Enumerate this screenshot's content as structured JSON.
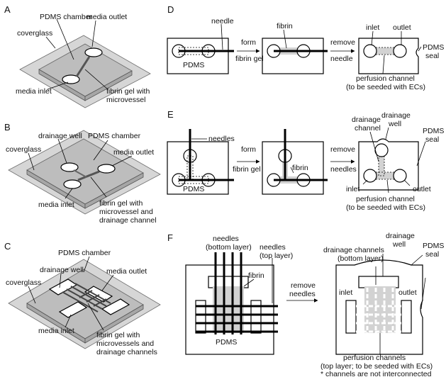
{
  "panels": {
    "A": {
      "letter": "A",
      "labels": {
        "pdms_chamber": "PDMS chamber",
        "media_outlet": "media outlet",
        "coverglass": "coverglass",
        "fibrin_gel_1": "fibrin gel with",
        "fibrin_gel_2": "microvessel",
        "media_inlet": "media inlet"
      }
    },
    "B": {
      "letter": "B",
      "labels": {
        "drainage_well": "drainage well",
        "pdms_chamber": "PDMS chamber",
        "media_outlet": "media outlet",
        "coverglass": "coverglass",
        "media_inlet": "media inlet",
        "fibrin_gel_1": "fibrin gel with",
        "fibrin_gel_2": "microvessel and",
        "fibrin_gel_3": "drainage channel"
      }
    },
    "C": {
      "letter": "C",
      "labels": {
        "pdms_chamber": "PDMS chamber",
        "drainage_well": "drainage well",
        "media_outlet": "media outlet",
        "coverglass": "coverglass",
        "media_inlet": "media inlet",
        "fibrin_gel_1": "fibrin gel with",
        "fibrin_gel_2": "microvessels and",
        "fibrin_gel_3": "drainage channels"
      }
    },
    "D": {
      "letter": "D",
      "labels": {
        "needle": "needle",
        "pdms": "PDMS",
        "form_1": "form",
        "form_2": "fibrin gel",
        "fibrin": "fibrin",
        "remove_1": "remove",
        "remove_2": "needle",
        "inlet": "inlet",
        "outlet": "outlet",
        "pdms_seal_1": "PDMS",
        "pdms_seal_2": "seal",
        "perfusion_1": "perfusion channel",
        "perfusion_2": "(to be seeded with ECs)"
      }
    },
    "E": {
      "letter": "E",
      "labels": {
        "needles": "needles",
        "pdms": "PDMS",
        "form_1": "form",
        "form_2": "fibrin gel",
        "fibrin": "fibrin",
        "remove_1": "remove",
        "remove_2": "needles",
        "drainage_channel_1": "drainage",
        "drainage_channel_2": "channel",
        "drainage_well_1": "drainage",
        "drainage_well_2": "well",
        "pdms_seal_1": "PDMS",
        "pdms_seal_2": "seal",
        "inlet": "inlet",
        "outlet": "outlet",
        "perfusion_1": "perfusion channel",
        "perfusion_2": "(to be seeded with ECs)"
      }
    },
    "F": {
      "letter": "F",
      "labels": {
        "needles_bottom_1": "needles",
        "needles_bottom_2": "(bottom layer)",
        "needles_top_1": "needles",
        "needles_top_2": "(top layer)",
        "fibrin": "fibrin",
        "pdms": "PDMS",
        "remove_1": "remove",
        "remove_2": "needles",
        "drainage_channels_1": "drainage channels",
        "drainage_channels_2": "(bottom layer)",
        "drainage_well_1": "drainage",
        "drainage_well_2": "well",
        "pdms_seal_1": "PDMS",
        "pdms_seal_2": "seal",
        "inlet": "inlet",
        "outlet": "outlet",
        "perfusion_1": "perfusion channels",
        "perfusion_2": "(top layer; to be seeded with ECs)",
        "note_prefix": "* channels are ",
        "note_not": "not",
        "note_suffix": " interconnected"
      }
    }
  }
}
